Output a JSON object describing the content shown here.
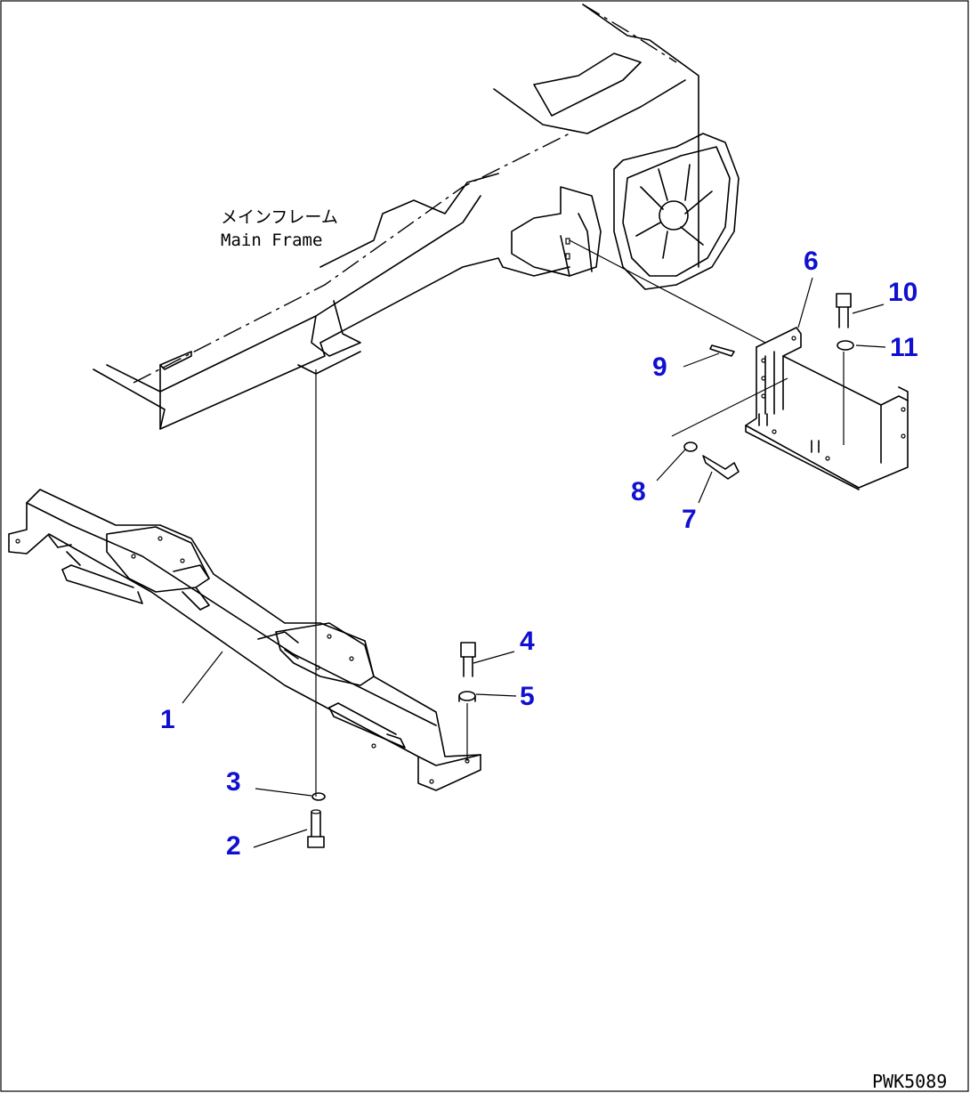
{
  "label_jp": "メインフレーム",
  "label_en": "Main Frame",
  "drawing_code": "PWK5089",
  "callout_color": "#1010d0",
  "callouts": [
    {
      "num": "1",
      "name": "callout-1"
    },
    {
      "num": "2",
      "name": "callout-2"
    },
    {
      "num": "3",
      "name": "callout-3"
    },
    {
      "num": "4",
      "name": "callout-4"
    },
    {
      "num": "5",
      "name": "callout-5"
    },
    {
      "num": "6",
      "name": "callout-6"
    },
    {
      "num": "7",
      "name": "callout-7"
    },
    {
      "num": "8",
      "name": "callout-8"
    },
    {
      "num": "9",
      "name": "callout-9"
    },
    {
      "num": "10",
      "name": "callout-10"
    },
    {
      "num": "11",
      "name": "callout-11"
    }
  ]
}
